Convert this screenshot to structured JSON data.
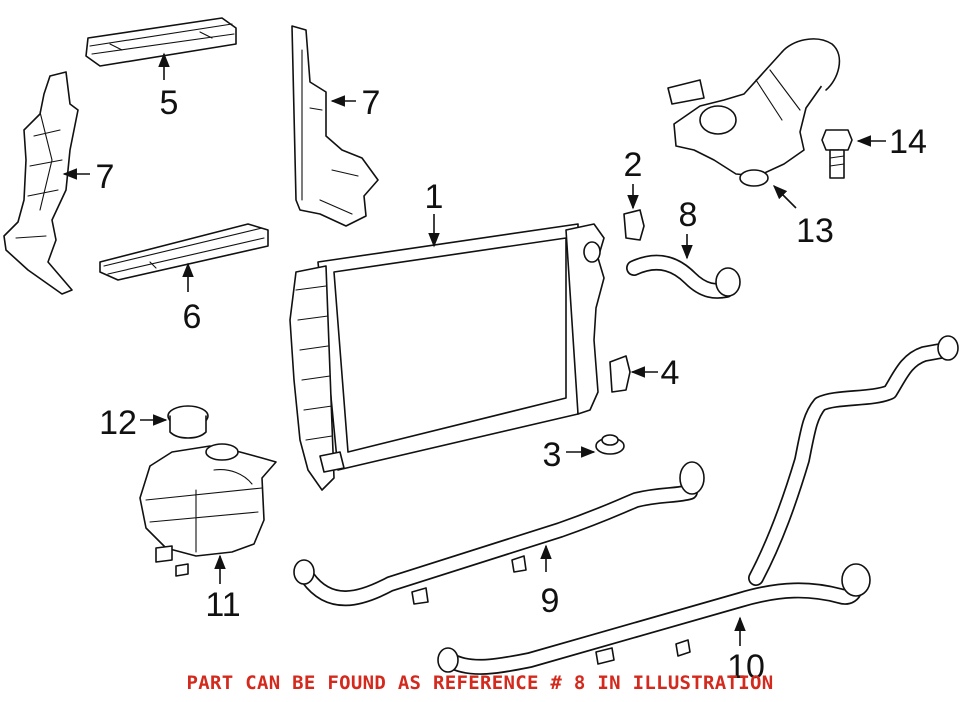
{
  "footer": {
    "note": "PART CAN BE FOUND AS REFERENCE # 8 IN ILLUSTRATION",
    "color": "#d42a1e"
  },
  "callouts": {
    "c1": "1",
    "c2": "2",
    "c3": "3",
    "c4": "4",
    "c5": "5",
    "c6": "6",
    "c7a": "7",
    "c7b": "7",
    "c8": "8",
    "c9": "9",
    "c10": "10",
    "c11": "11",
    "c12": "12",
    "c13": "13",
    "c14": "14"
  }
}
